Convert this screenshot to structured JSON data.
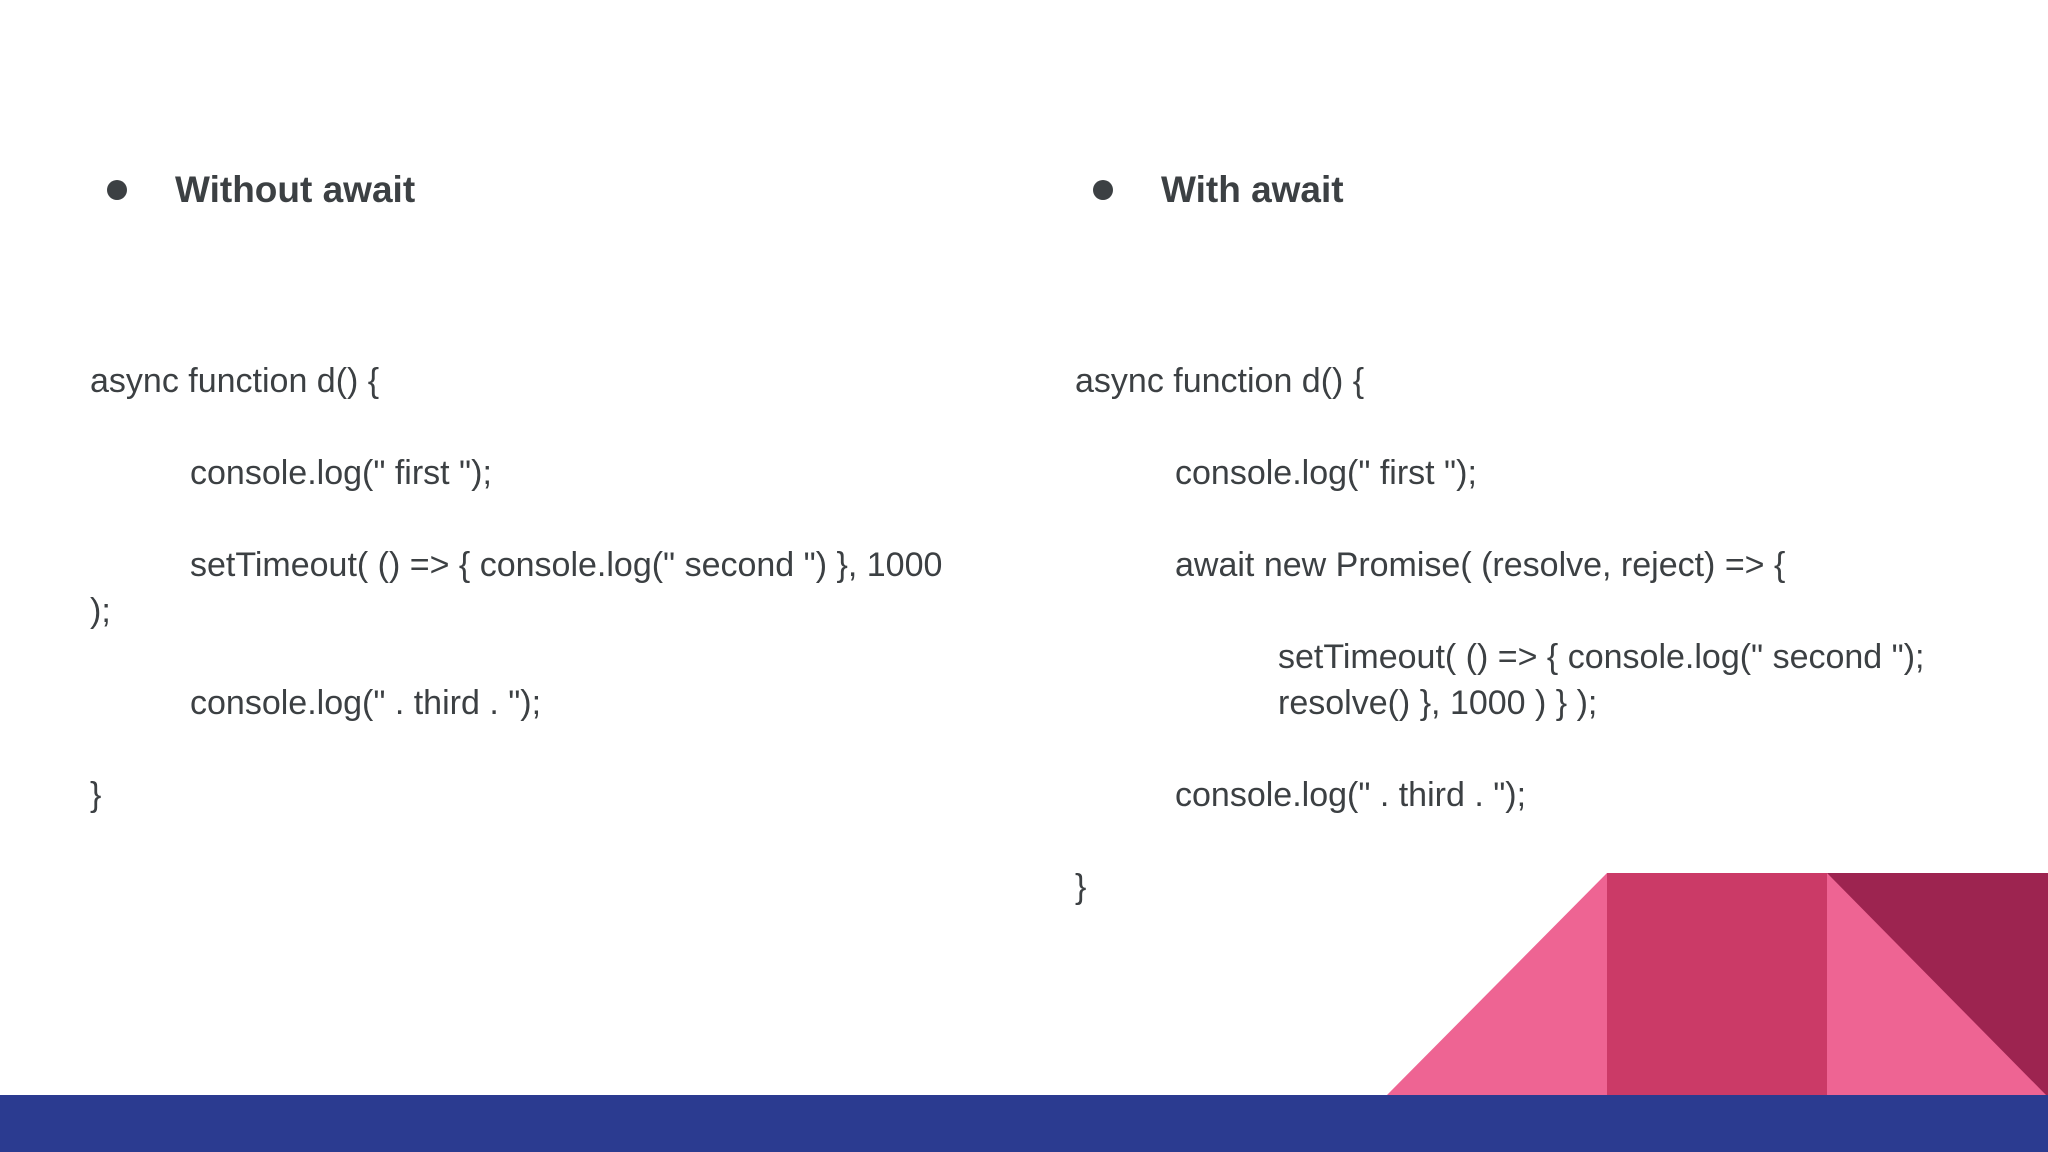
{
  "theme": {
    "background": "#ffffff",
    "text_color": "#3c4043",
    "footer_bar_color": "#2b3b90",
    "pink_light": "#ee6493",
    "pink_dark": "#cb3a67",
    "maroon": "#9d2450"
  },
  "columns": [
    {
      "heading": "Without await",
      "code_lines": [
        {
          "text": "async function d() {",
          "indent": 0
        },
        {
          "text": "console.log(\" first \");",
          "indent": 1
        },
        {
          "text": "setTimeout( () => { console.log(\" second \") }, 1000",
          "indent": 1
        },
        {
          "text": ");",
          "indent": 0,
          "wrap": true
        },
        {
          "text": "console.log(\" . third . \");",
          "indent": 1
        },
        {
          "text": "}",
          "indent": 0
        }
      ]
    },
    {
      "heading": "With await",
      "code_lines": [
        {
          "text": "async function d() {",
          "indent": 0
        },
        {
          "text": "console.log(\" first \");",
          "indent": 1
        },
        {
          "text": "await new Promise( (resolve, reject) => {",
          "indent": 1
        },
        {
          "text": "setTimeout( () => { console.log(\" second \");",
          "indent": 2
        },
        {
          "text": "resolve() }, 1000 ) } );",
          "indent": 2,
          "wrap": true
        },
        {
          "text": "console.log(\" . third . \");",
          "indent": 1
        },
        {
          "text": "}",
          "indent": 0
        }
      ]
    }
  ]
}
